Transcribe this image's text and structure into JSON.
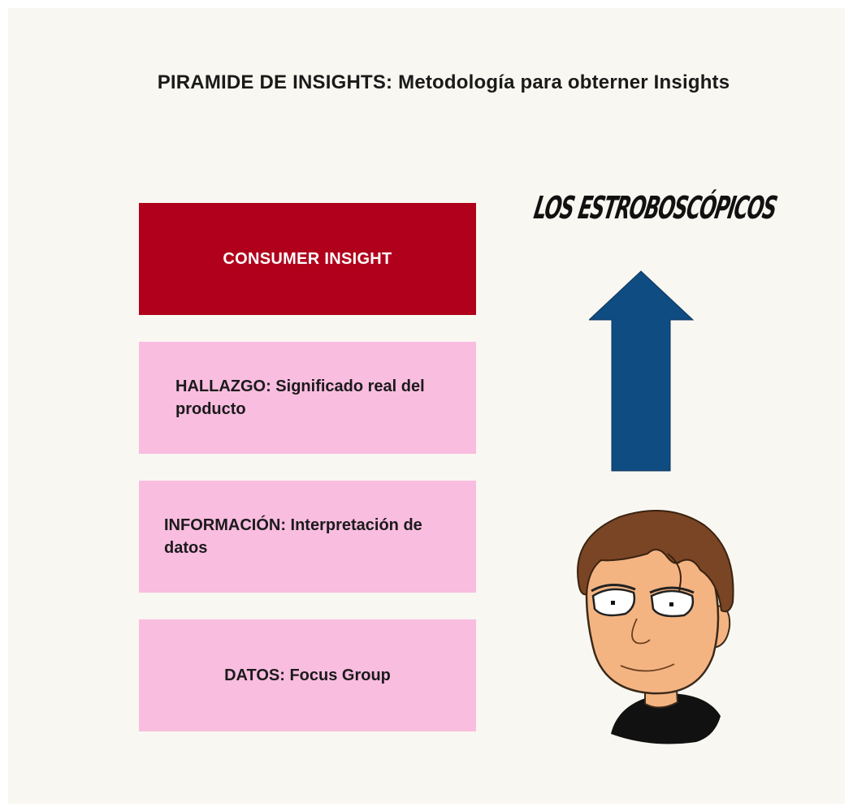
{
  "title": "PIRAMIDE DE INSIGHTS: Metodología para obterner Insights",
  "brand": "LOS ESTROBOSCÓPICOS",
  "levels": [
    {
      "label": "CONSUMER INSIGHT",
      "color": "#b0001b"
    },
    {
      "label": "HALLAZGO: Significado real del producto",
      "color": "#f9bde0"
    },
    {
      "label": "INFORMACIÓN: Interpretación de datos",
      "color": "#f9bde0"
    },
    {
      "label": "DATOS: Focus Group",
      "color": "#f9bde0"
    }
  ],
  "arrow": {
    "direction": "up",
    "color": "#0f4c81",
    "icon": "arrow-up-icon"
  },
  "character": {
    "icon": "cartoon-face-icon"
  }
}
